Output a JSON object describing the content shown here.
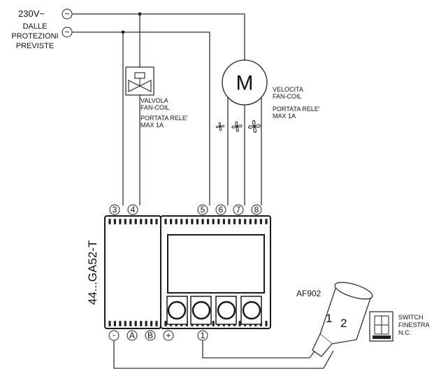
{
  "supply": {
    "voltage": "230V~",
    "line1": "DALLE",
    "line2": "PROTEZIONI",
    "line3": "PREVISTE",
    "symbol": "~"
  },
  "motor": {
    "label": "M"
  },
  "valve": {
    "line1": "VALVOLA",
    "line2": "FAN-COIL",
    "line3": "PORTATA RELE'",
    "line4": "MAX 1A"
  },
  "speed": {
    "line1": "VELOCITA",
    "line2": "FAN-COIL",
    "line3": "PORTATA RELE'",
    "line4": "MAX 1A"
  },
  "terminals": {
    "t3": "3",
    "t4": "4",
    "t5": "5",
    "t6": "6",
    "t7": "7",
    "t8": "8",
    "minus": "-",
    "a": "A",
    "b": "B",
    "plus": "+",
    "one": "1"
  },
  "device": {
    "model": "44...GA52-T"
  },
  "sensor": {
    "name": "AF902",
    "pin1": "1",
    "pin2": "2"
  },
  "switch": {
    "line1": "SWITCH",
    "line2": "FINESTRA",
    "line3": "N.C."
  }
}
